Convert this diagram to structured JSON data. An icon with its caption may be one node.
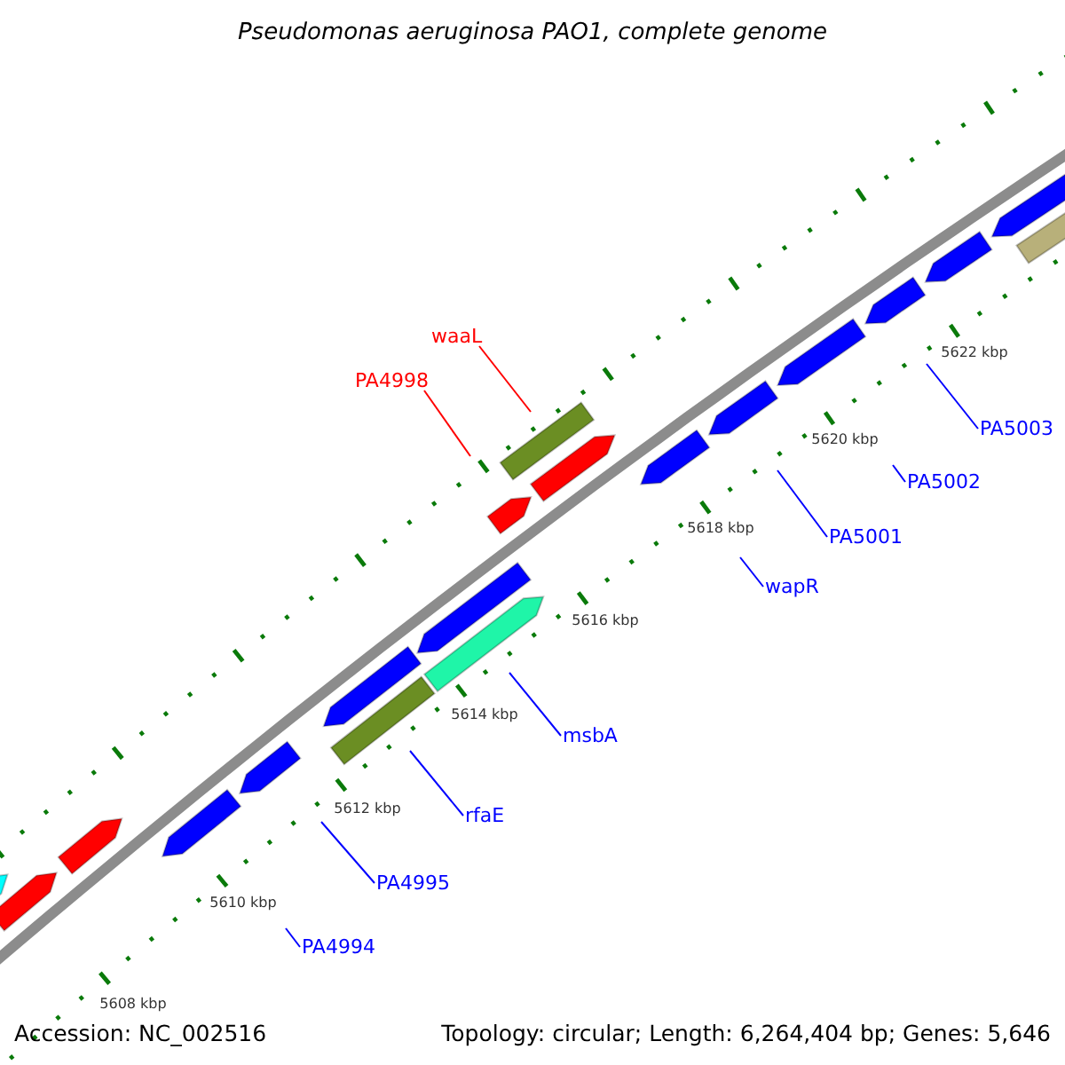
{
  "diagram": {
    "title": "Pseudomonas aeruginosa PAO1, complete genome",
    "nodes": [
      {
        "text": [
          "waaL"
        ]
      },
      {
        "text": [
          "PA4998"
        ]
      },
      {
        "text": [
          "PA5003"
        ]
      },
      {
        "text": [
          "PA5002"
        ]
      },
      {
        "text": [
          "PA5001"
        ]
      },
      {
        "text": [
          "wapR"
        ]
      },
      {
        "text": [
          "msbA"
        ]
      },
      {
        "text": [
          "rfaE"
        ]
      },
      {
        "text": [
          "PA4995"
        ]
      },
      {
        "text": [
          "PA4994"
        ]
      }
    ],
    "edges": [
      {
        "from": 0,
        "to": null,
        "arrow": "none",
        "color": "#ff0000"
      },
      {
        "from": 1,
        "to": null,
        "arrow": "none",
        "color": "#ff0000"
      },
      {
        "from": 2,
        "to": null,
        "arrow": "none"
      },
      {
        "from": 3,
        "to": null,
        "arrow": "none"
      },
      {
        "from": 4,
        "to": null,
        "arrow": "none"
      },
      {
        "from": 5,
        "to": null,
        "arrow": "none"
      },
      {
        "from": 6,
        "to": null,
        "arrow": "none"
      },
      {
        "from": 7,
        "to": null,
        "arrow": "none"
      },
      {
        "from": 8,
        "to": null,
        "arrow": "none"
      },
      {
        "from": 9,
        "to": null,
        "arrow": "none"
      }
    ],
    "labels": [
      "5622 kbp",
      "5620 kbp",
      "5618 kbp",
      "5616 kbp",
      "5614 kbp",
      "5612 kbp",
      "5610 kbp",
      "5608 kbp",
      "Accession: NC_002516",
      "Topology: circular; Length: 6,264,404 bp; Genes: 5,646"
    ]
  }
}
